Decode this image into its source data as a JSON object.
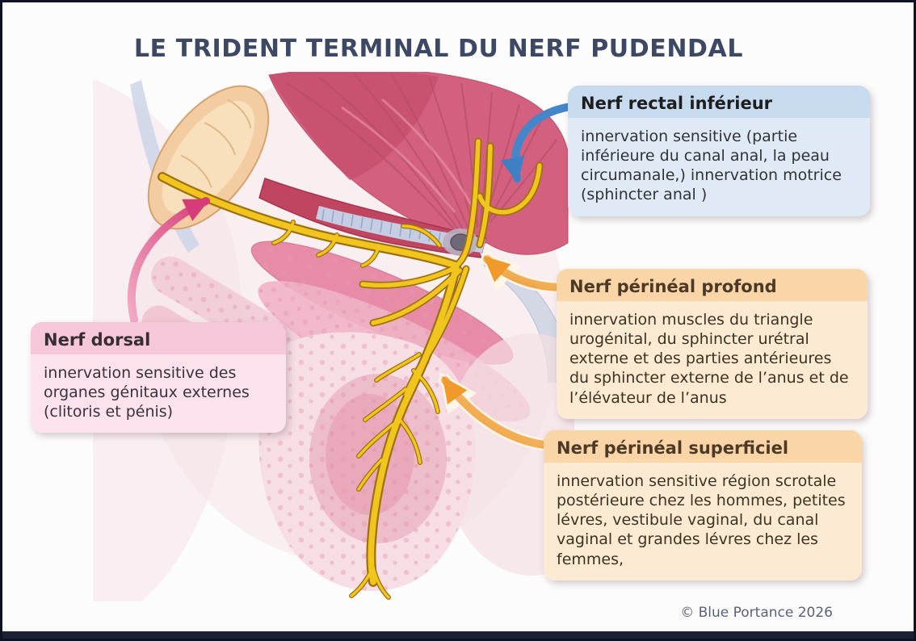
{
  "title": "LE TRIDENT TERMINAL DU NERF PUDENDAL",
  "footer": {
    "copyright": "© Blue Portance 2026"
  },
  "callouts": {
    "rectal": {
      "title": "Nerf rectal inférieur",
      "body": "innervation sensitive (partie inférieure du canal anal, la peau circumanale,) innervation motrice (sphincter anal )",
      "header_bg": "#c7daee",
      "body_bg": "#dfeaf6",
      "arrow_color": "#4486ca"
    },
    "profond": {
      "title": "Nerf périnéal profond",
      "body": "innervation muscles du triangle urogénital, du sphincter urétral externe et des parties antérieures du sphincter externe de l’anus et de l’élévateur de l’anus",
      "header_bg": "#f9d5a8",
      "body_bg": "#fcead3",
      "arrow_color": "#f09a2b"
    },
    "superficiel": {
      "title": "Nerf périnéal superficiel",
      "body": "innervation sensitive région scrotale postérieure chez les hommes, petites lévres, vestibule vaginal, du canal vaginal et grandes lévres chez les femmes,",
      "header_bg": "#f9d5a8",
      "body_bg": "#fcead3",
      "arrow_color": "#f09a2b"
    },
    "dorsal": {
      "title": "Nerf dorsal",
      "body": "innervation sensitive des organes génitaux externes (clitoris et pénis)",
      "header_bg": "#f6c6da",
      "body_bg": "#fbe2ed",
      "arrow_color": "#d84a82"
    }
  },
  "colors": {
    "title_text": "#3d4964",
    "nerve_yellow": "#f2c41e",
    "footer_bar": "#1c2136"
  }
}
